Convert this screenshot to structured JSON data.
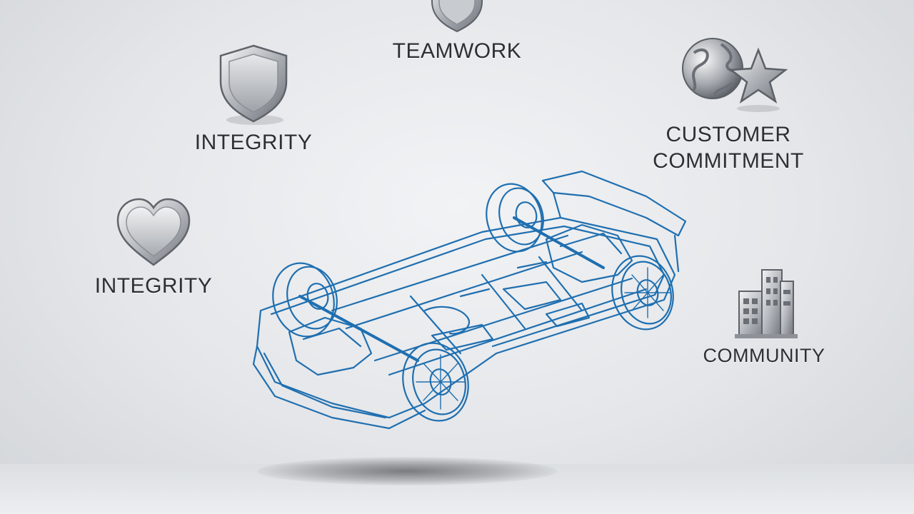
{
  "values": {
    "teamwork": {
      "label": "TEAMWORK",
      "icon": "shield-icon"
    },
    "integrity_top": {
      "label": "INTEGRITY",
      "icon": "shield-icon"
    },
    "integrity_left": {
      "label": "INTEGRITY",
      "icon": "heart-icon"
    },
    "customer_commitment": {
      "label": "CUSTOMER\nCOMMITMENT",
      "icon": "globe-star-icon"
    },
    "community": {
      "label": "COMMUNITY",
      "icon": "building-icon"
    }
  },
  "colors": {
    "blueprint": "#1f6fb0",
    "metal": "#b9bcc1",
    "text": "#2e2f33"
  }
}
